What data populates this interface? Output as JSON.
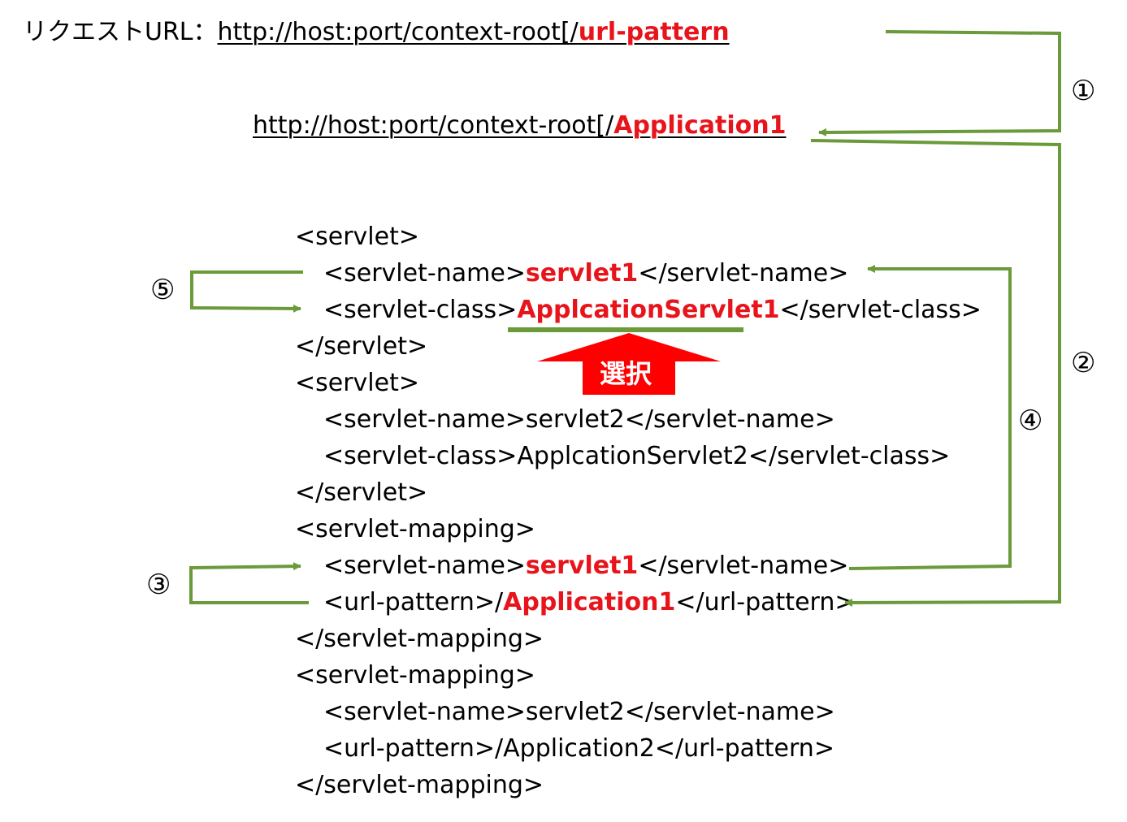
{
  "header": {
    "request_label": "リクエストURL：",
    "url_prefix": "http://host:port/context-root[/",
    "url_pattern_highlight": "url-pattern"
  },
  "resolved_url": {
    "prefix": "http://host:port/context-root[/",
    "highlight": "Application1"
  },
  "servlets": [
    {
      "open": "<servlet>",
      "name_open": "<servlet-name>",
      "name": "servlet1",
      "name_close": "</servlet-name>",
      "class_open": "<servlet-class>",
      "class": "ApplcationServlet1",
      "class_close": "</servlet-class>",
      "close": "</servlet>"
    },
    {
      "open": "<servlet>",
      "name_open": "<servlet-name>",
      "name": "servlet2",
      "name_close": "</servlet-name>",
      "class_open": "<servlet-class>",
      "class": "ApplcationServlet2",
      "class_close": "</servlet-class>",
      "close": "</servlet>"
    }
  ],
  "mappings": [
    {
      "open": "<servlet-mapping>",
      "name_open": "<servlet-name>",
      "name": "servlet1",
      "name_close": "</servlet-name>",
      "pattern_open": "<url-pattern>/",
      "pattern": "Application1",
      "pattern_close": "</url-pattern>",
      "close": "</servlet-mapping>"
    },
    {
      "open": "<servlet-mapping>",
      "name_open": "<servlet-name>",
      "name": "servlet2",
      "name_close": "</servlet-name>",
      "pattern_open": "<url-pattern>/",
      "pattern": "Application2",
      "pattern_close": "</url-pattern>",
      "close": "</servlet-mapping>"
    }
  ],
  "select_label": "選択",
  "step_numbers": [
    "①",
    "②",
    "③",
    "④",
    "⑤"
  ],
  "colors": {
    "arrow": "#6a9a3a",
    "highlight": "#e8141b"
  }
}
